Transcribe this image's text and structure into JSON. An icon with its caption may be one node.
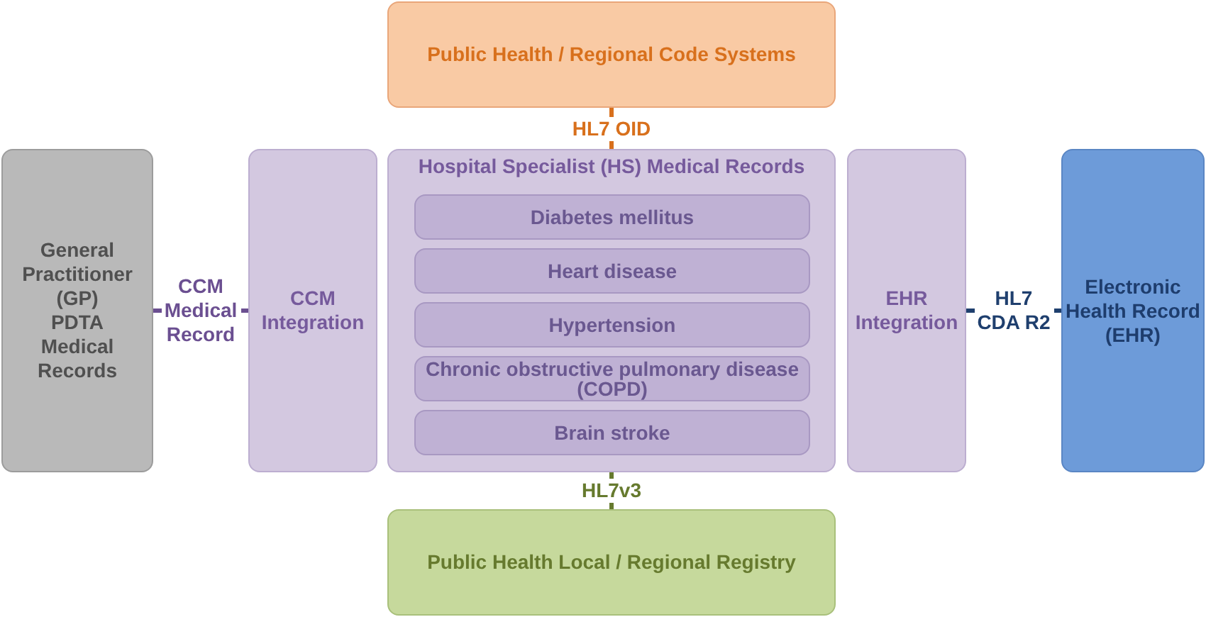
{
  "diagram": {
    "nodes": [
      {
        "text": [
          "Public Health / Regional Code Systems"
        ]
      },
      {
        "text": [
          "General Practitioner (GP) PDTA Medical Records"
        ]
      },
      {
        "text": [
          "CCM Integration"
        ]
      },
      {
        "text": [
          "Hospital Specialist (HS) Medical Records"
        ]
      },
      {
        "text": [
          "Diabetes mellitus"
        ],
        "in": 3
      },
      {
        "text": [
          "Heart disease"
        ],
        "in": 3
      },
      {
        "text": [
          "Hypertension"
        ],
        "in": 3
      },
      {
        "text": [
          "Chronic obstructive pulmonary disease (COPD)"
        ],
        "in": 3
      },
      {
        "text": [
          "Brain stroke"
        ],
        "in": 3
      },
      {
        "text": [
          "EHR Integration"
        ]
      },
      {
        "text": [
          "Electronic Health Record (EHR)"
        ]
      },
      {
        "text": [
          "Public Health Local / Regional Registry"
        ]
      }
    ],
    "edges": [
      {
        "from": 0,
        "to": 3,
        "arrow": "none",
        "label": "HL7 OID",
        "color": "#d8701c"
      },
      {
        "from": 1,
        "to": 2,
        "arrow": "none",
        "label": "CCM Medical Record",
        "color": "#6b4f91"
      },
      {
        "from": 9,
        "to": 10,
        "arrow": "none",
        "label": "HL7 CDA R2",
        "color": "#1f3f6e"
      },
      {
        "from": 3,
        "to": 11,
        "arrow": "none",
        "label": "HL7v3",
        "color": "#667a2e"
      }
    ]
  }
}
